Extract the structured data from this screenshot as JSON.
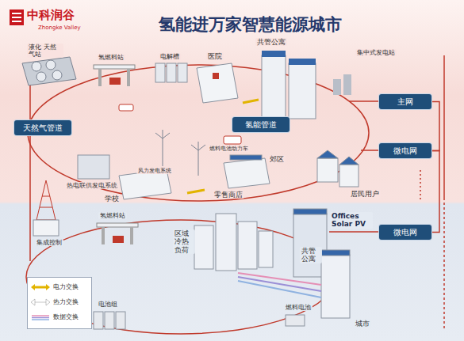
{
  "diagram": {
    "title": "氢能进万家智慧能源城市",
    "nodes": [
      {
        "text": [
          "主网"
        ]
      },
      {
        "text": [
          "天然气管道"
        ]
      },
      {
        "text": [
          "氢能管道"
        ]
      },
      {
        "text": [
          "微电网"
        ]
      },
      {
        "text": [
          "微电网"
        ]
      }
    ],
    "edges": [
      {
        "from": 0,
        "to": 3,
        "arrow": "none"
      },
      {
        "from": 3,
        "to": 4,
        "arrow": "none"
      }
    ],
    "labels": [
      "中科润谷",
      "Zhongke Valley",
      "液化 天然气站",
      "氢燃料站",
      "电解槽",
      "医院",
      "共管公寓",
      "集中式发电站",
      "郊区",
      "热电联供发电系统",
      "风力发电系统",
      "燃料电池动力车",
      "零售商店",
      "学校",
      "居民用户",
      "集成控制",
      "氢燃料站",
      "区域 冷热 负荷",
      "Offices Solar PV",
      "共管 公寓",
      "电池组",
      "燃料电池",
      "城市"
    ],
    "legend": [
      {
        "text": "电力交换"
      },
      {
        "text": "热力交换"
      },
      {
        "text": "数据交换"
      }
    ]
  }
}
